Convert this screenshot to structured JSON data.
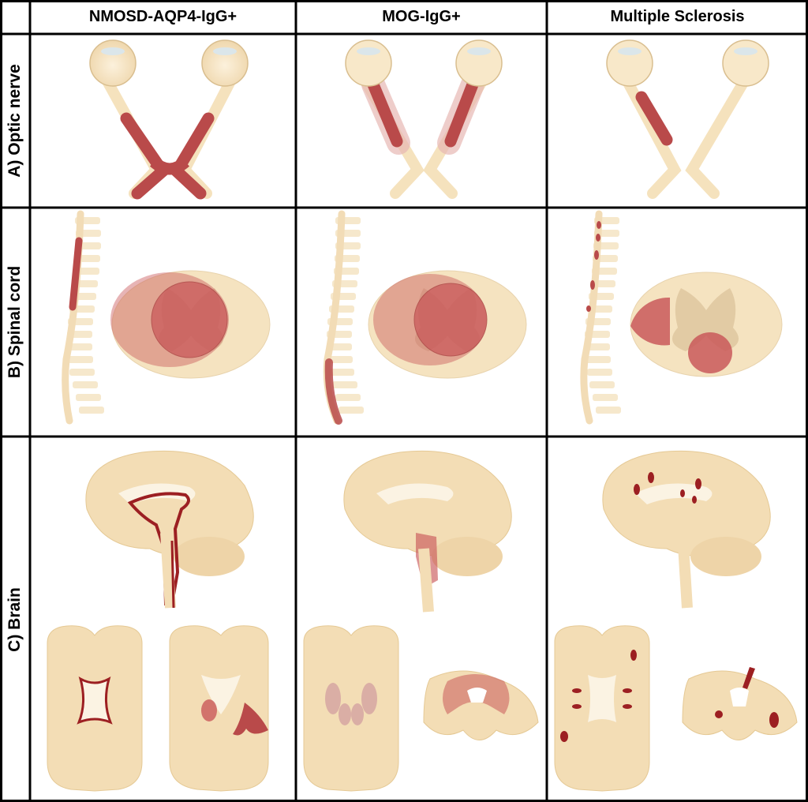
{
  "columns": [
    {
      "id": "nmosd",
      "label": "NMOSD-AQP4-IgG+"
    },
    {
      "id": "mog",
      "label": "MOG-IgG+"
    },
    {
      "id": "ms",
      "label": "Multiple Sclerosis"
    }
  ],
  "rows": [
    {
      "id": "optic",
      "label": "A) Optic nerve"
    },
    {
      "id": "spinal",
      "label": "B) Spinal cord"
    },
    {
      "id": "brain",
      "label": "C) Brain"
    }
  ],
  "colors": {
    "tissue": "#f7e6c6",
    "tissue_dark": "#eed6aa",
    "tissue_outline": "#d9be8f",
    "white_matter": "#fbf3e3",
    "gray_matter": "#e5cfa8",
    "lesion": "#b94a4a",
    "lesion_fill": "#c9595a",
    "lesion_soft": "#d88c8a",
    "lesion_dark": "#9c1f22",
    "grid_line": "#000000"
  },
  "panels": {
    "nmosd": {
      "optic": "lesion-chiasm-long",
      "spinal": "longitudinal-central-lesion",
      "brain": "periependymal-lesions"
    },
    "mog": {
      "optic": "lesion-anterior-bilateral-perineural",
      "spinal": "conus-lesion-central",
      "brain": "brainstem-deep-gray-lesions"
    },
    "ms": {
      "optic": "lesion-short-unilateral",
      "spinal": "short-peripheral-lesions",
      "brain": "periventricular-juxtacortical-lesions"
    }
  }
}
